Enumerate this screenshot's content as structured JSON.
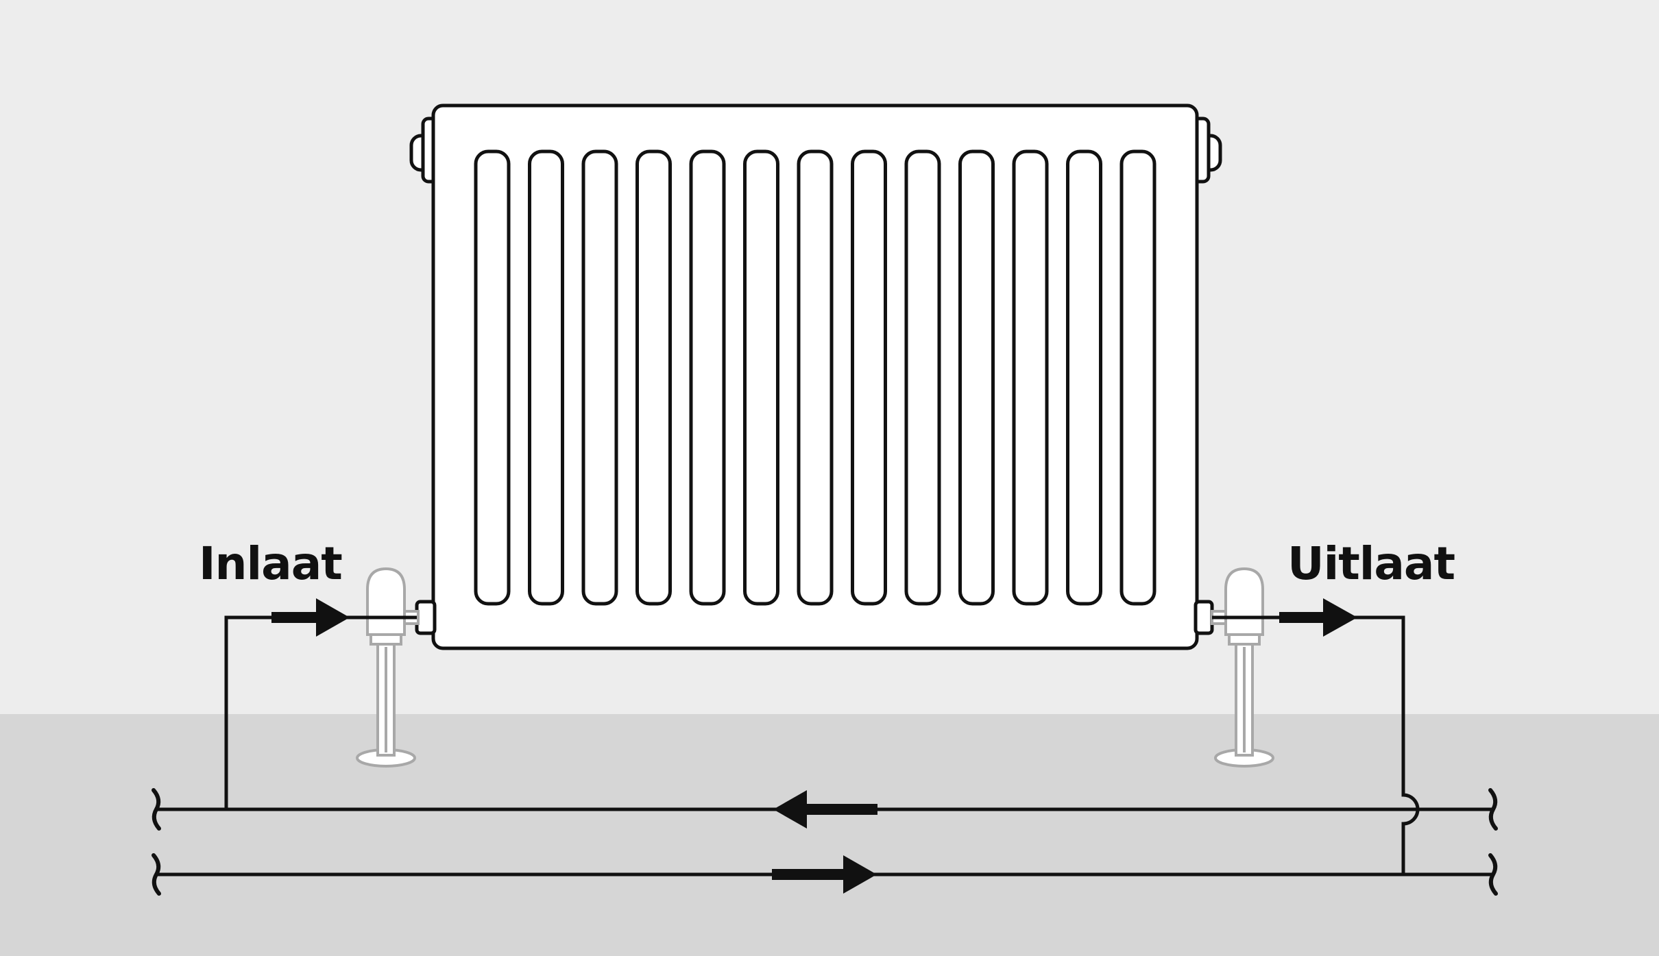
{
  "labels": {
    "inlet": "Inlaat",
    "outlet": "Uitlaat"
  },
  "colors": {
    "wall": "#ededed",
    "floor": "#d6d6d6",
    "line": "#111111",
    "valve": "#a8a8a8",
    "radiator_fill": "#ffffff"
  },
  "radiator": {
    "fin_count": 13
  }
}
